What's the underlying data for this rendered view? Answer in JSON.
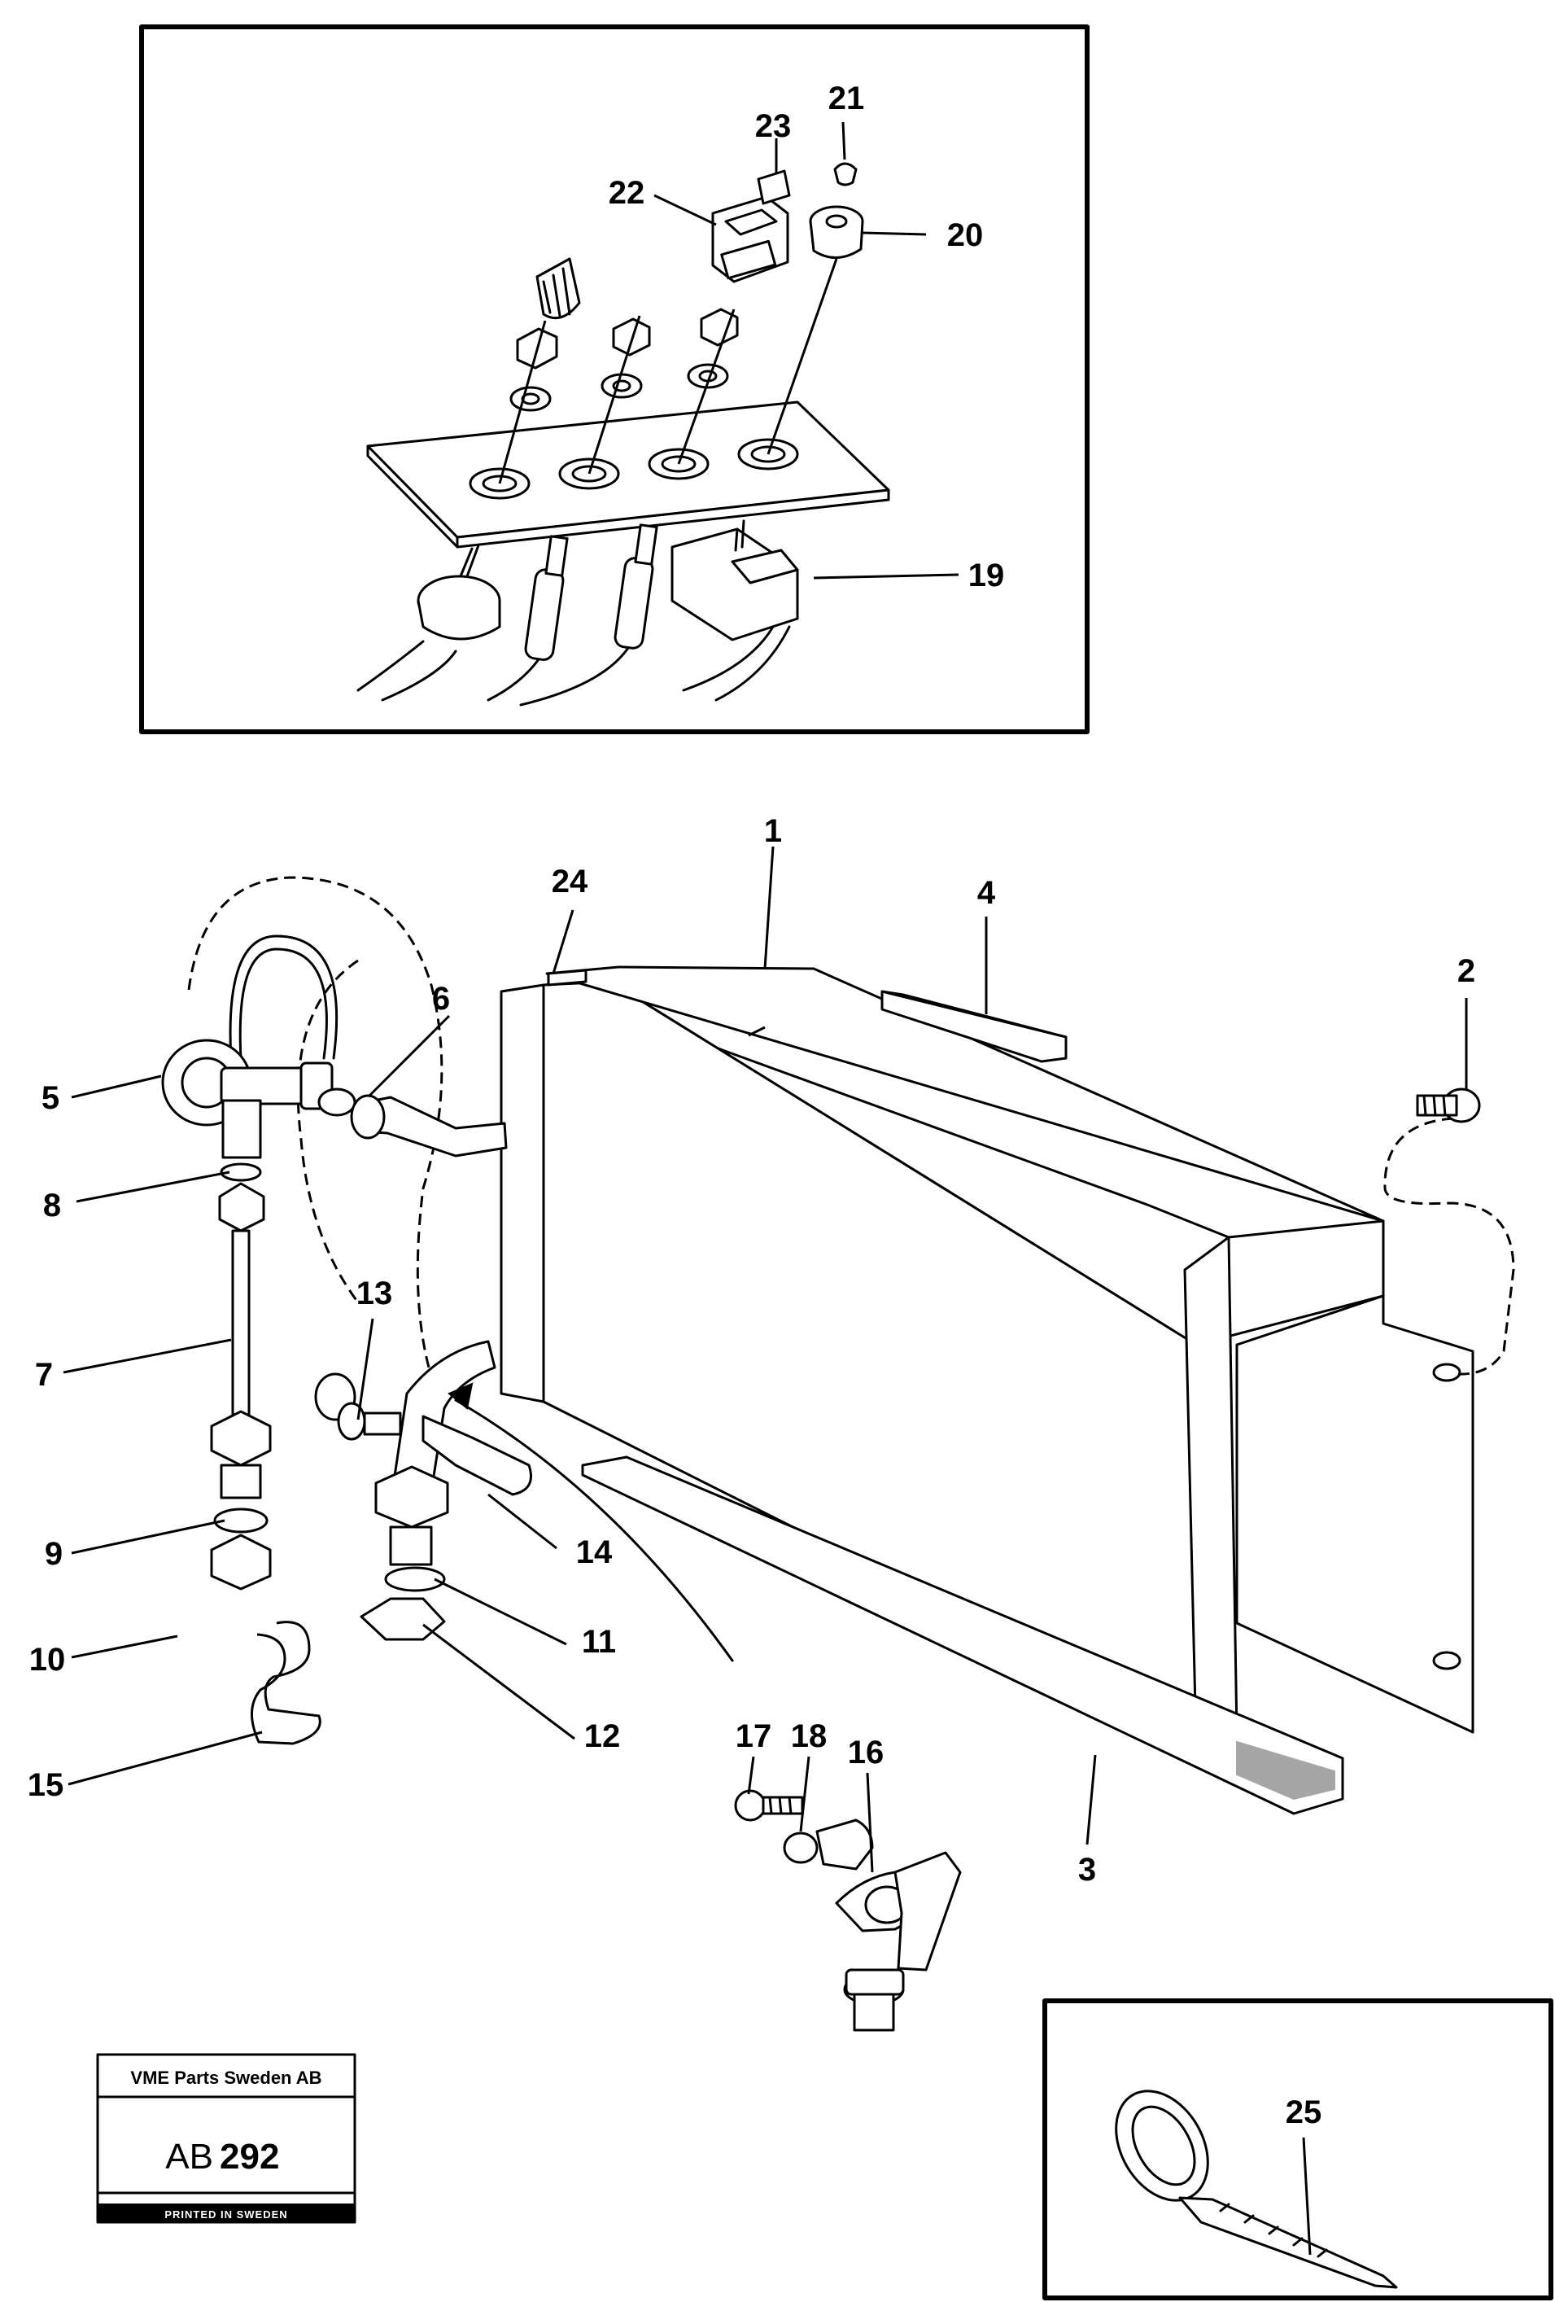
{
  "labels": {
    "p1": "1",
    "p2": "2",
    "p3": "3",
    "p4": "4",
    "p5": "5",
    "p6": "6",
    "p7": "7",
    "p8": "8",
    "p9": "9",
    "p10": "10",
    "p11": "11",
    "p12": "12",
    "p13": "13",
    "p14": "14",
    "p15": "15",
    "p16": "16",
    "p17": "17",
    "p18": "18",
    "p19": "19",
    "p20": "20",
    "p21": "21",
    "p22": "22",
    "p23": "23",
    "p24": "24",
    "p25": "25"
  },
  "stamp": {
    "company": "VME Parts Sweden AB",
    "code_prefix": "AB",
    "code_number": "292",
    "printed": "PRINTED IN SWEDEN"
  }
}
